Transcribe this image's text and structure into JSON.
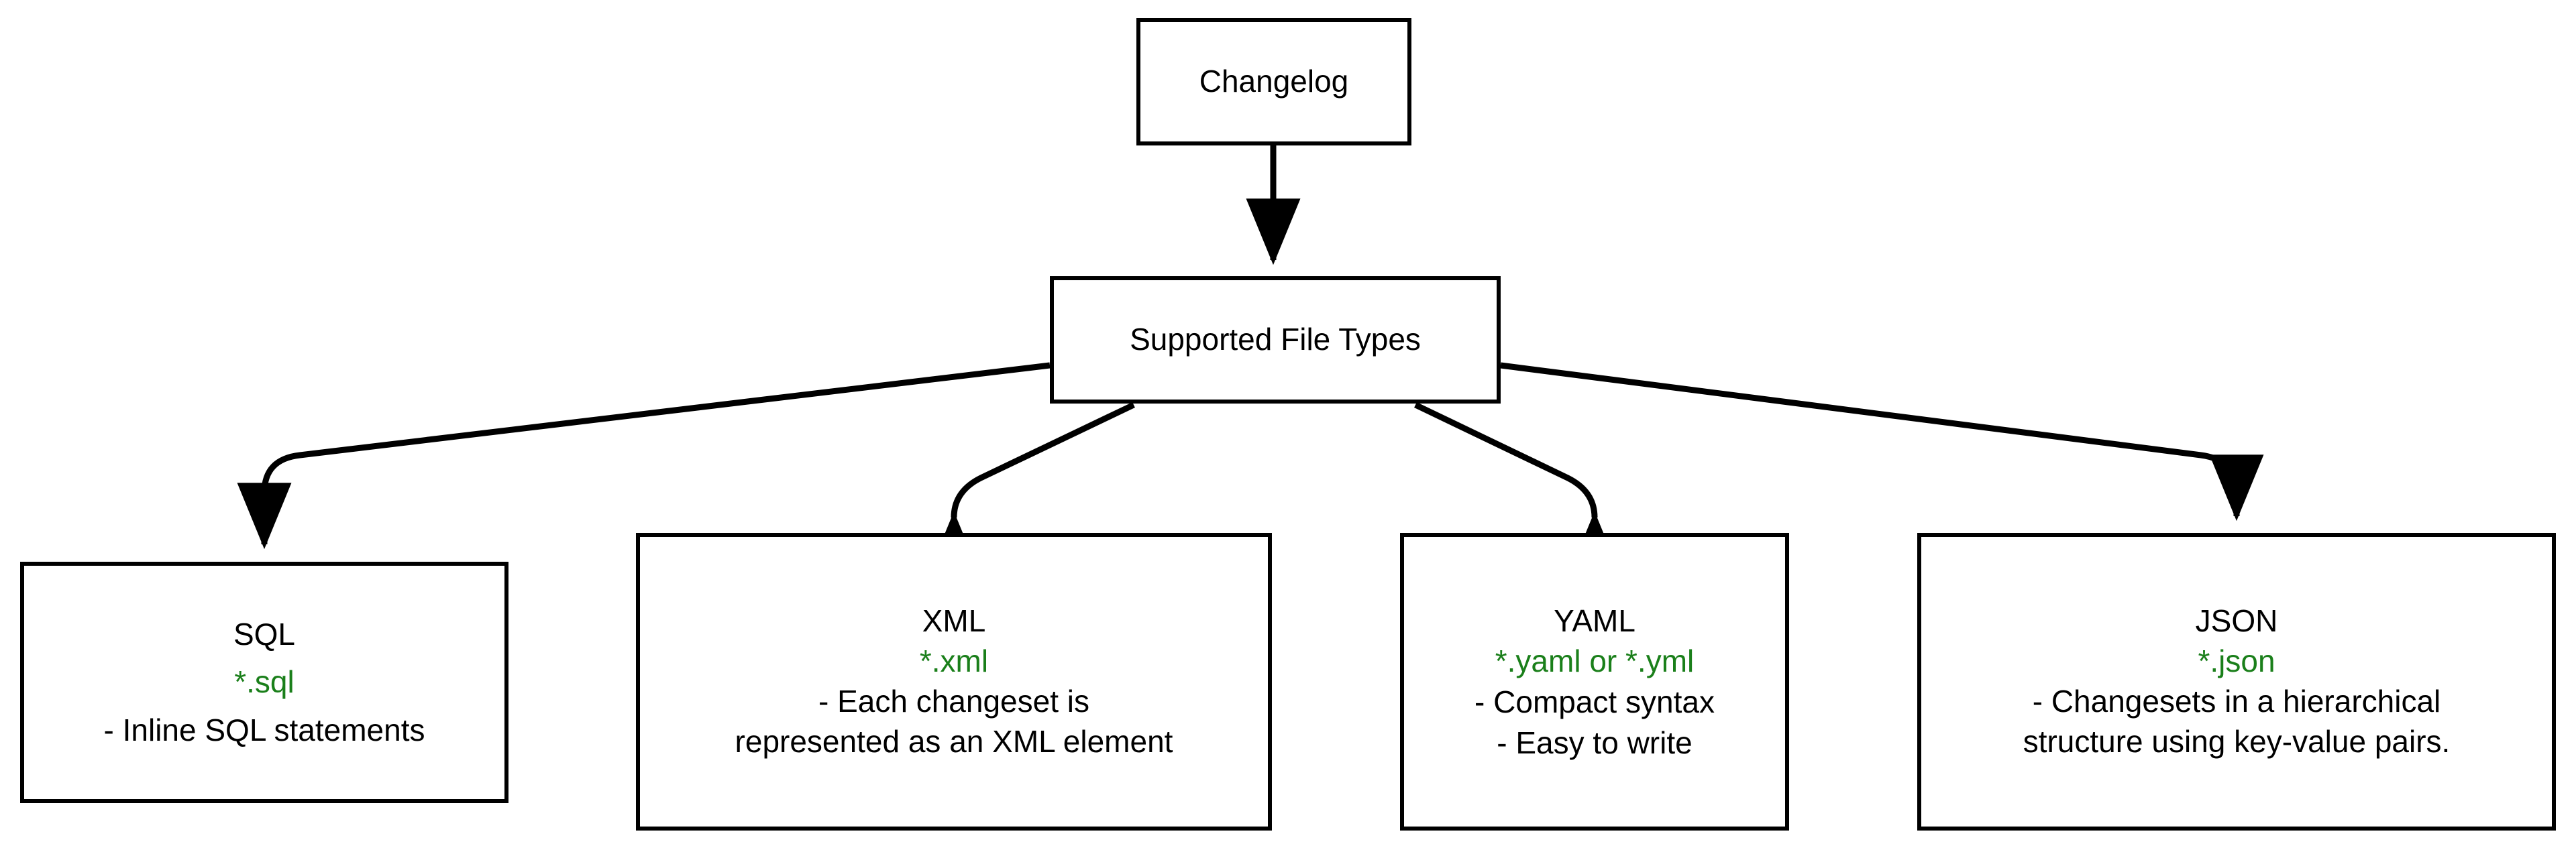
{
  "diagram": {
    "title": "Changelog Supported File Types",
    "type": "flowchart",
    "direction": "top-down",
    "colors": {
      "node_border": "#000000",
      "node_fill": "#ffffff",
      "edge": "#000000",
      "text": "#000000",
      "extension_text": "#1a7f1a",
      "background": "#ffffff"
    },
    "nodes": {
      "root": {
        "label": "Changelog"
      },
      "mid": {
        "label": "Supported File Types"
      },
      "leaves": [
        {
          "id": "sql",
          "title": "SQL",
          "extension": "*.sql",
          "description_lines": [
            "- Inline SQL statements"
          ]
        },
        {
          "id": "xml",
          "title": "XML",
          "extension": "*.xml",
          "description_lines": [
            "- Each changeset is",
            "represented as an XML element"
          ]
        },
        {
          "id": "yaml",
          "title": "YAML",
          "extension": "*.yaml or *.yml",
          "description_lines": [
            "- Compact syntax",
            "- Easy to write"
          ]
        },
        {
          "id": "json",
          "title": "JSON",
          "extension": "*.json",
          "description_lines": [
            "- Changesets in a hierarchical",
            "structure using key-value pairs."
          ]
        }
      ]
    },
    "edges": [
      {
        "from": "Changelog",
        "to": "Supported File Types",
        "arrow": "filled-triangle"
      },
      {
        "from": "Supported File Types",
        "to": "SQL",
        "arrow": "filled-triangle"
      },
      {
        "from": "Supported File Types",
        "to": "XML",
        "arrow": "filled-triangle"
      },
      {
        "from": "Supported File Types",
        "to": "YAML",
        "arrow": "filled-triangle"
      },
      {
        "from": "Supported File Types",
        "to": "JSON",
        "arrow": "filled-triangle"
      }
    ]
  }
}
